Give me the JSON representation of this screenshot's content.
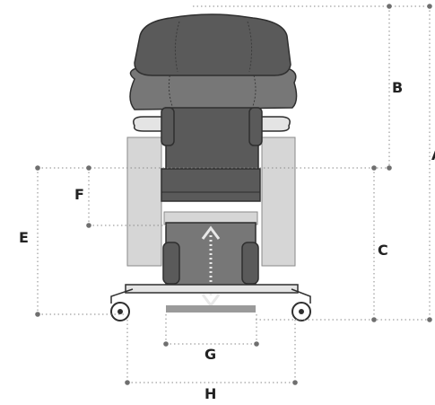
{
  "dimensions": {
    "A": "A",
    "B": "B",
    "C": "C",
    "E": "E",
    "F": "F",
    "G": "G",
    "H": "H"
  },
  "colors": {
    "upholstery": "#5a5a5a",
    "side_panel": "#d6d6d6",
    "leader_line": "#8a8a8a",
    "label": "#222222"
  }
}
